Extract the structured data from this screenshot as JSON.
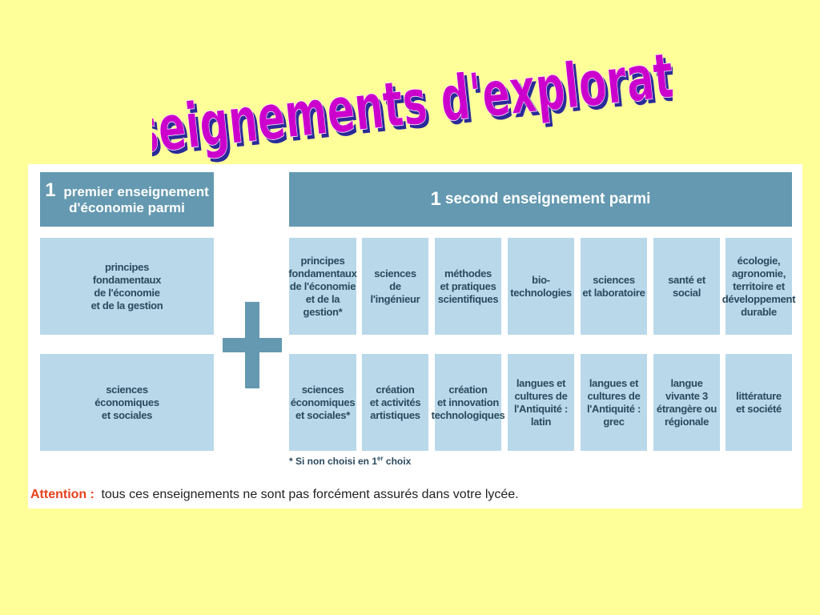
{
  "title": "Enseignements d'exploration",
  "colors": {
    "background": "#ffff99",
    "title_fill": "#cc00cc",
    "title_shadow": "#2a2a9a",
    "header_bg": "#6499b1",
    "box_bg": "#b9d8ea",
    "box_text": "#2a4a5e",
    "attention": "#e8401c"
  },
  "left_header": {
    "number": "1",
    "line1": "premier enseignement",
    "line2": "d'économie parmi"
  },
  "right_header": {
    "number": "1",
    "text": "second enseignement parmi"
  },
  "left_options": [
    "principes\nfondamentaux\nde l'économie\net de la gestion",
    "sciences\néconomiques\net sociales"
  ],
  "right_options_row1": [
    "principes\nfondamentaux\nde l'économie\net de la gestion*",
    "sciences\nde l'ingénieur",
    "méthodes\net pratiques\nscientifiques",
    "bio-\ntechnologies",
    "sciences\net laboratoire",
    "santé et social",
    "écologie,\nagronomie,\nterritoire et\ndéveloppement\ndurable"
  ],
  "right_options_row2": [
    "sciences\néconomiques\net sociales*",
    "création\net activités\nartistiques",
    "création\net innovation\ntechnologiques",
    "langues et\ncultures de\nl'Antiquité :\nlatin",
    "langues et\ncultures de\nl'Antiquité :\ngrec",
    "langue\nvivante 3\nétrangère ou\nrégionale",
    "littérature\net société"
  ],
  "plus_icon": "plus-icon",
  "footnote": {
    "prefix": "* Si non choisi en 1",
    "sup": "er",
    "suffix": " choix"
  },
  "attention": {
    "label": "Attention :",
    "text": "tous ces enseignements ne sont pas forcément assurés dans votre lycée."
  }
}
